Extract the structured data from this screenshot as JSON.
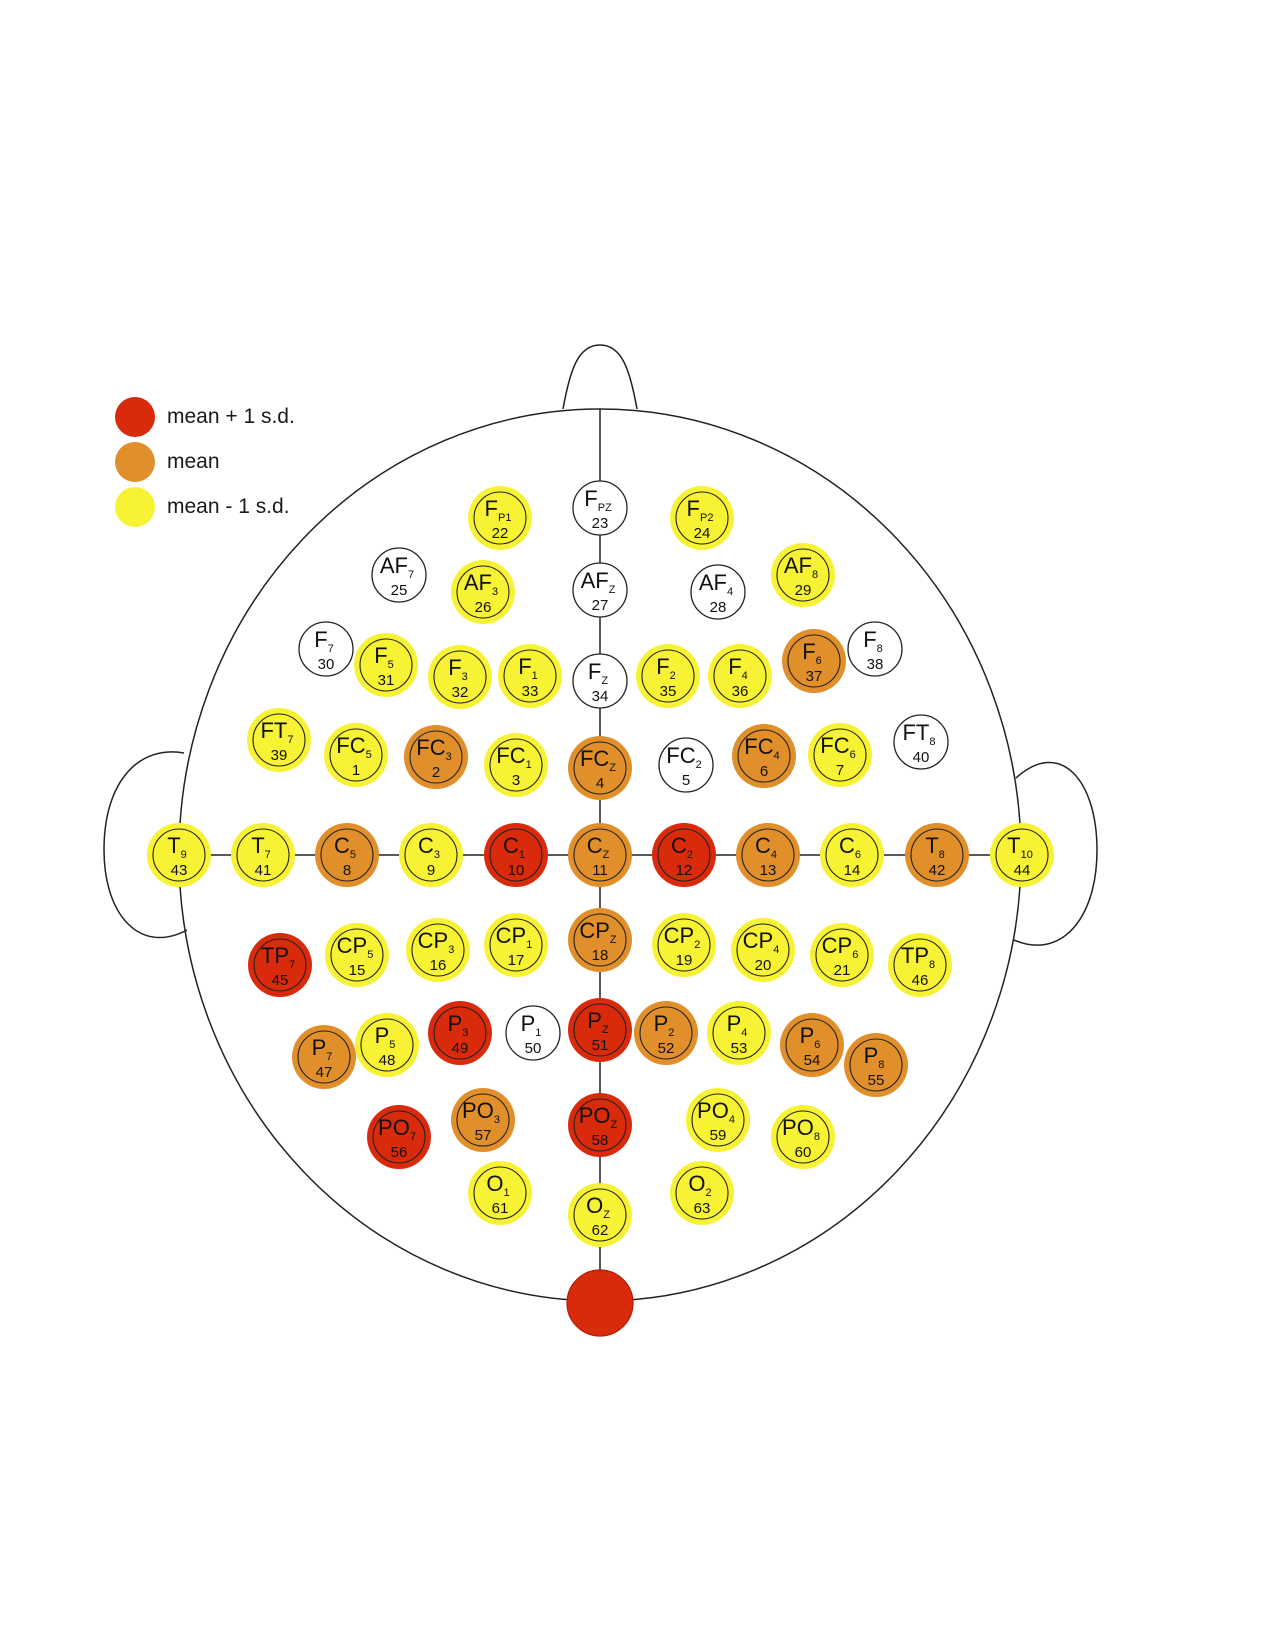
{
  "legend": {
    "items": [
      {
        "label": "mean + 1 s.d.",
        "color": "#d92a0c"
      },
      {
        "label": "mean",
        "color": "#e18f2a"
      },
      {
        "label": "mean - 1 s.d.",
        "color": "#f7f334"
      }
    ]
  },
  "colors": {
    "high": "#d92a0c",
    "mean": "#e18f2a",
    "low": "#f7f334",
    "none": "#ffffff",
    "outline": "#222222"
  },
  "reference_electrode": {
    "level": "high"
  },
  "electrodes": [
    {
      "base": "F",
      "sub": "P1",
      "num": "22",
      "level": "low"
    },
    {
      "base": "F",
      "sub": "PZ",
      "num": "23",
      "level": "none"
    },
    {
      "base": "F",
      "sub": "P2",
      "num": "24",
      "level": "low"
    },
    {
      "base": "AF",
      "sub": "7",
      "num": "25",
      "level": "none"
    },
    {
      "base": "AF",
      "sub": "3",
      "num": "26",
      "level": "low"
    },
    {
      "base": "AF",
      "sub": "Z",
      "num": "27",
      "level": "none"
    },
    {
      "base": "AF",
      "sub": "4",
      "num": "28",
      "level": "none"
    },
    {
      "base": "AF",
      "sub": "8",
      "num": "29",
      "level": "low"
    },
    {
      "base": "F",
      "sub": "7",
      "num": "30",
      "level": "none"
    },
    {
      "base": "F",
      "sub": "5",
      "num": "31",
      "level": "low"
    },
    {
      "base": "F",
      "sub": "3",
      "num": "32",
      "level": "low"
    },
    {
      "base": "F",
      "sub": "1",
      "num": "33",
      "level": "low"
    },
    {
      "base": "F",
      "sub": "Z",
      "num": "34",
      "level": "none"
    },
    {
      "base": "F",
      "sub": "2",
      "num": "35",
      "level": "low"
    },
    {
      "base": "F",
      "sub": "4",
      "num": "36",
      "level": "low"
    },
    {
      "base": "F",
      "sub": "6",
      "num": "37",
      "level": "mean"
    },
    {
      "base": "F",
      "sub": "8",
      "num": "38",
      "level": "none"
    },
    {
      "base": "FT",
      "sub": "7",
      "num": "39",
      "level": "low"
    },
    {
      "base": "FC",
      "sub": "5",
      "num": "1",
      "level": "low"
    },
    {
      "base": "FC",
      "sub": "3",
      "num": "2",
      "level": "mean"
    },
    {
      "base": "FC",
      "sub": "1",
      "num": "3",
      "level": "low"
    },
    {
      "base": "FC",
      "sub": "Z",
      "num": "4",
      "level": "mean"
    },
    {
      "base": "FC",
      "sub": "2",
      "num": "5",
      "level": "none"
    },
    {
      "base": "FC",
      "sub": "4",
      "num": "6",
      "level": "mean"
    },
    {
      "base": "FC",
      "sub": "6",
      "num": "7",
      "level": "low"
    },
    {
      "base": "FT",
      "sub": "8",
      "num": "40",
      "level": "none"
    },
    {
      "base": "T",
      "sub": "9",
      "num": "43",
      "level": "low"
    },
    {
      "base": "T",
      "sub": "7",
      "num": "41",
      "level": "low"
    },
    {
      "base": "C",
      "sub": "5",
      "num": "8",
      "level": "mean"
    },
    {
      "base": "C",
      "sub": "3",
      "num": "9",
      "level": "low"
    },
    {
      "base": "C",
      "sub": "1",
      "num": "10",
      "level": "high"
    },
    {
      "base": "C",
      "sub": "Z",
      "num": "11",
      "level": "mean"
    },
    {
      "base": "C",
      "sub": "2",
      "num": "12",
      "level": "high"
    },
    {
      "base": "C",
      "sub": "4",
      "num": "13",
      "level": "mean"
    },
    {
      "base": "C",
      "sub": "6",
      "num": "14",
      "level": "low"
    },
    {
      "base": "T",
      "sub": "8",
      "num": "42",
      "level": "mean"
    },
    {
      "base": "T",
      "sub": "10",
      "num": "44",
      "level": "low"
    },
    {
      "base": "TP",
      "sub": "7",
      "num": "45",
      "level": "high"
    },
    {
      "base": "CP",
      "sub": "5",
      "num": "15",
      "level": "low"
    },
    {
      "base": "CP",
      "sub": "3",
      "num": "16",
      "level": "low"
    },
    {
      "base": "CP",
      "sub": "1",
      "num": "17",
      "level": "low"
    },
    {
      "base": "CP",
      "sub": "Z",
      "num": "18",
      "level": "mean"
    },
    {
      "base": "CP",
      "sub": "2",
      "num": "19",
      "level": "low"
    },
    {
      "base": "CP",
      "sub": "4",
      "num": "20",
      "level": "low"
    },
    {
      "base": "CP",
      "sub": "6",
      "num": "21",
      "level": "low"
    },
    {
      "base": "TP",
      "sub": "8",
      "num": "46",
      "level": "low"
    },
    {
      "base": "P",
      "sub": "7",
      "num": "47",
      "level": "mean"
    },
    {
      "base": "P",
      "sub": "5",
      "num": "48",
      "level": "low"
    },
    {
      "base": "P",
      "sub": "3",
      "num": "49",
      "level": "high"
    },
    {
      "base": "P",
      "sub": "1",
      "num": "50",
      "level": "none"
    },
    {
      "base": "P",
      "sub": "Z",
      "num": "51",
      "level": "high"
    },
    {
      "base": "P",
      "sub": "2",
      "num": "52",
      "level": "mean"
    },
    {
      "base": "P",
      "sub": "4",
      "num": "53",
      "level": "low"
    },
    {
      "base": "P",
      "sub": "6",
      "num": "54",
      "level": "mean"
    },
    {
      "base": "P",
      "sub": "8",
      "num": "55",
      "level": "mean"
    },
    {
      "base": "PO",
      "sub": "7",
      "num": "56",
      "level": "high"
    },
    {
      "base": "PO",
      "sub": "3",
      "num": "57",
      "level": "mean"
    },
    {
      "base": "PO",
      "sub": "Z",
      "num": "58",
      "level": "high"
    },
    {
      "base": "PO",
      "sub": "4",
      "num": "59",
      "level": "low"
    },
    {
      "base": "PO",
      "sub": "8",
      "num": "60",
      "level": "low"
    },
    {
      "base": "O",
      "sub": "1",
      "num": "61",
      "level": "low"
    },
    {
      "base": "O",
      "sub": "Z",
      "num": "62",
      "level": "low"
    },
    {
      "base": "O",
      "sub": "2",
      "num": "63",
      "level": "low"
    }
  ]
}
